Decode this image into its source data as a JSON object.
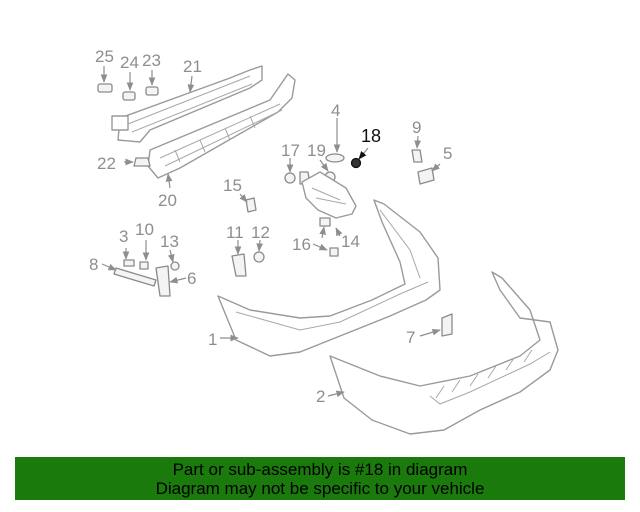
{
  "labels": {
    "p1": "1",
    "p2": "2",
    "p3": "3",
    "p4": "4",
    "p5": "5",
    "p6": "6",
    "p7": "7",
    "p8": "8",
    "p9": "9",
    "p10": "10",
    "p11": "11",
    "p12": "12",
    "p13": "13",
    "p14": "14",
    "p15": "15",
    "p16": "16",
    "p17": "17",
    "p18": "18",
    "p19": "19",
    "p20": "20",
    "p21": "21",
    "p22": "22",
    "p23": "23",
    "p24": "24",
    "p25": "25"
  },
  "highlighted_part": "18",
  "banner": {
    "line1": "Part or sub-assembly is #18 in diagram",
    "line2": "Diagram may not be specific to your vehicle"
  },
  "colors": {
    "banner_bg": "#1a7a0c",
    "label_gray": "#8e8e8e",
    "highlight": "#111111"
  }
}
